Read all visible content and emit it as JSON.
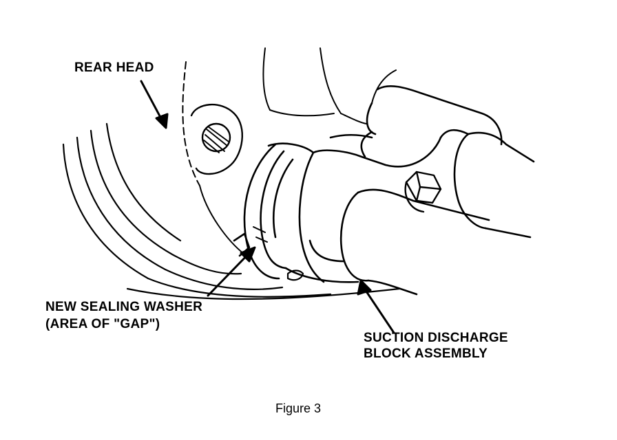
{
  "labels": {
    "rear_head": "REAR HEAD",
    "washer_line1": "NEW SEALING WASHER",
    "washer_line2": "(AREA OF \"GAP\")",
    "block_line1": "SUCTION DISCHARGE",
    "block_line2": "BLOCK ASSEMBLY"
  },
  "caption": "Figure 3"
}
